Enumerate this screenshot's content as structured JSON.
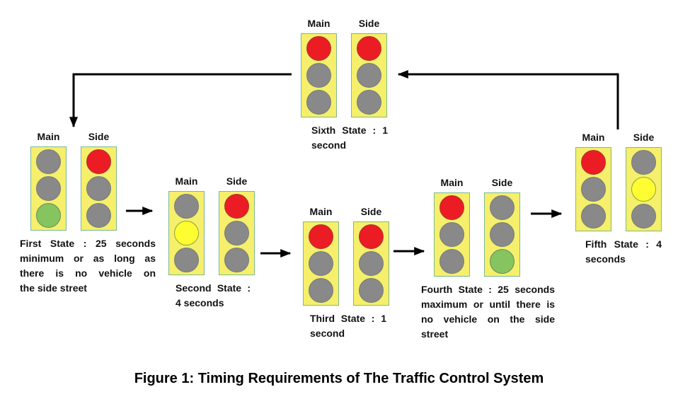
{
  "figure": {
    "caption": "Figure 1: Timing Requirements of The Traffic Control System"
  },
  "colors": {
    "box_fill": "#f5ef6b",
    "box_border": "#7cb98d",
    "red": "#ec1c24",
    "red_border": "#a43b31",
    "yellow": "#fdfd32",
    "yellow_border": "#8ba438",
    "green": "#85c45e",
    "green_border": "#688a60",
    "off": "#898989",
    "off_border": "#757d76",
    "arrow": "#000000"
  },
  "states": [
    {
      "main_label": "Main",
      "side_label": "Side",
      "main_lights": [
        "off",
        "off",
        "green"
      ],
      "side_lights": [
        "red",
        "off",
        "off"
      ],
      "caption_lines": [
        "First State : 25 seconds",
        "minimum or as long as",
        "there is no vehicle on",
        "the side street"
      ]
    },
    {
      "main_label": "Main",
      "side_label": "Side",
      "main_lights": [
        "off",
        "yellow",
        "off"
      ],
      "side_lights": [
        "red",
        "off",
        "off"
      ],
      "caption_lines": [
        "Second State :",
        "4 seconds"
      ]
    },
    {
      "main_label": "Main",
      "side_label": "Side",
      "main_lights": [
        "red",
        "off",
        "off"
      ],
      "side_lights": [
        "red",
        "off",
        "off"
      ],
      "caption_lines": [
        "Third State : 1",
        "second"
      ]
    },
    {
      "main_label": "Main",
      "side_label": "Side",
      "main_lights": [
        "red",
        "off",
        "off"
      ],
      "side_lights": [
        "off",
        "off",
        "green"
      ],
      "caption_lines": [
        "Fourth State : 25 seconds",
        "maximum or until there is",
        "no vehicle on the side",
        "street"
      ]
    },
    {
      "main_label": "Main",
      "side_label": "Side",
      "main_lights": [
        "red",
        "off",
        "off"
      ],
      "side_lights": [
        "off",
        "yellow",
        "off"
      ],
      "caption_lines": [
        "Fifth State : 4",
        "seconds"
      ]
    },
    {
      "main_label": "Main",
      "side_label": "Side",
      "main_lights": [
        "red",
        "off",
        "off"
      ],
      "side_lights": [
        "red",
        "off",
        "off"
      ],
      "caption_lines": [
        "Sixth State : 1",
        "second"
      ]
    }
  ],
  "transitions": [
    {
      "from": "First State",
      "to": "Second State"
    },
    {
      "from": "Second State",
      "to": "Third State"
    },
    {
      "from": "Third State",
      "to": "Fourth State"
    },
    {
      "from": "Fourth State",
      "to": "Fifth State"
    },
    {
      "from": "Fifth State",
      "to": "Sixth State"
    },
    {
      "from": "Sixth State",
      "to": "First State"
    }
  ]
}
